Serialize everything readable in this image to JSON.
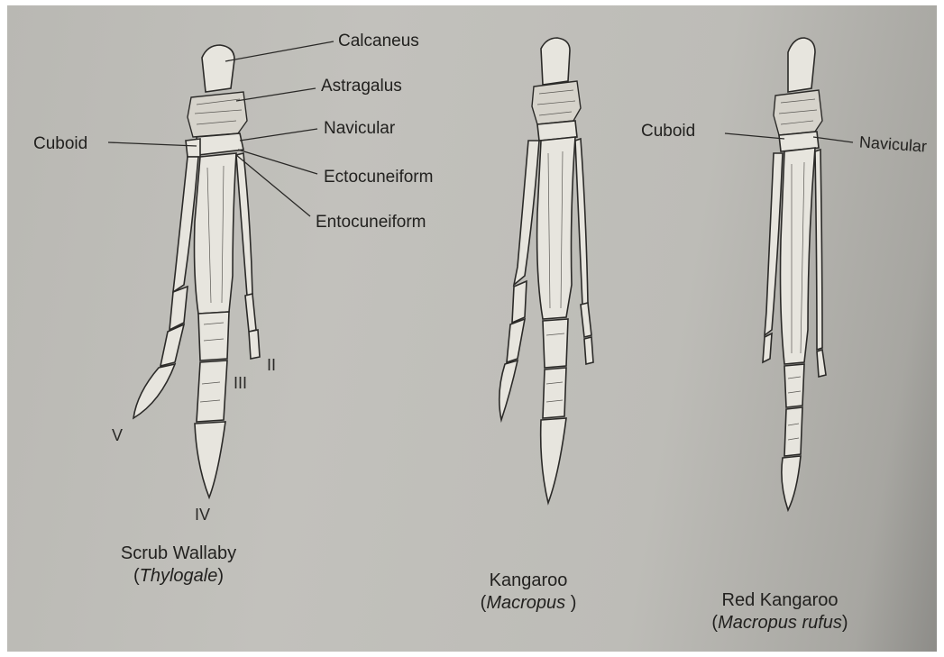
{
  "labels": {
    "calcaneus": "Calcaneus",
    "astragalus": "Astragalus",
    "navicular": "Navicular",
    "cuboid": "Cuboid",
    "ectocuneiform": "Ectocuneiform",
    "entocuneiform": "Entocuneiform",
    "cuboid_red": "Cuboid",
    "navicular_red": "Navicular"
  },
  "digits": {
    "ii": "II",
    "iii": "III",
    "iv": "IV",
    "v": "V"
  },
  "captions": {
    "wallaby": {
      "common": "Scrub Wallaby",
      "open": "(",
      "genus": "Thylogale",
      "close": ")"
    },
    "kangaroo": {
      "common": "Kangaroo",
      "open": "(",
      "genus": "Macropus ",
      "close": ")"
    },
    "red_kangaroo": {
      "common": "Red Kangaroo",
      "open": "(",
      "genus": "Macropus rufus",
      "close": ")"
    }
  }
}
